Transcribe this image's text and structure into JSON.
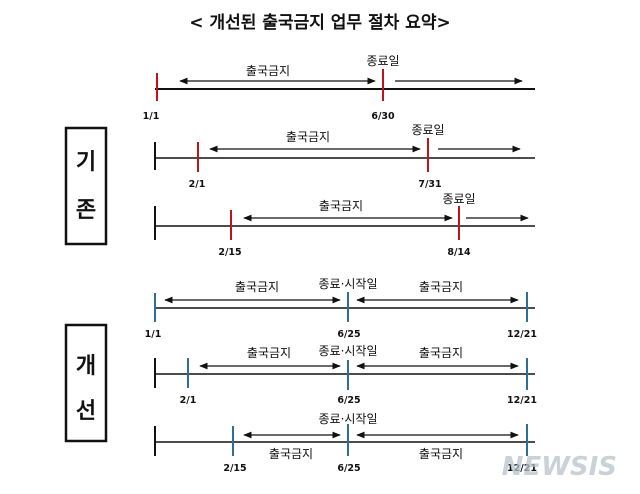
{
  "title": "< 개선된 출국금지 업무 절차 요약>",
  "sections": {
    "before_label_1": "기",
    "before_label_2": "존",
    "after_label_1": "개",
    "after_label_2": "선"
  },
  "rows": [
    {
      "ban": "출국금지",
      "end_marker": "종료일",
      "start_date": "1/1",
      "end_date": "6/30"
    },
    {
      "ban": "출국금지",
      "end_marker": "종료일",
      "start_date": "2/1",
      "end_date": "7/31"
    },
    {
      "ban": "출국금지",
      "end_marker": "종료일",
      "start_date": "2/15",
      "end_date": "8/14"
    },
    {
      "ban": "출국금지",
      "ban2": "출국금지",
      "mid_marker": "종료·시작일",
      "start_date": "1/1",
      "mid_date": "6/25",
      "end_date": "12/21"
    },
    {
      "ban": "출국금지",
      "ban2": "출국금지",
      "mid_marker": "종료·시작일",
      "start_date": "2/1",
      "mid_date": "6/25",
      "end_date": "12/21"
    },
    {
      "ban": "출국금지",
      "ban2": "출국금지",
      "mid_marker": "종료·시작일",
      "start_date": "2/15",
      "mid_date": "6/25",
      "end_date": "12/21"
    }
  ],
  "watermark": "NEWSIS",
  "colors": {
    "old_tick": "#c0141c",
    "new_tick": "#2e6f99",
    "line": "#111111"
  }
}
